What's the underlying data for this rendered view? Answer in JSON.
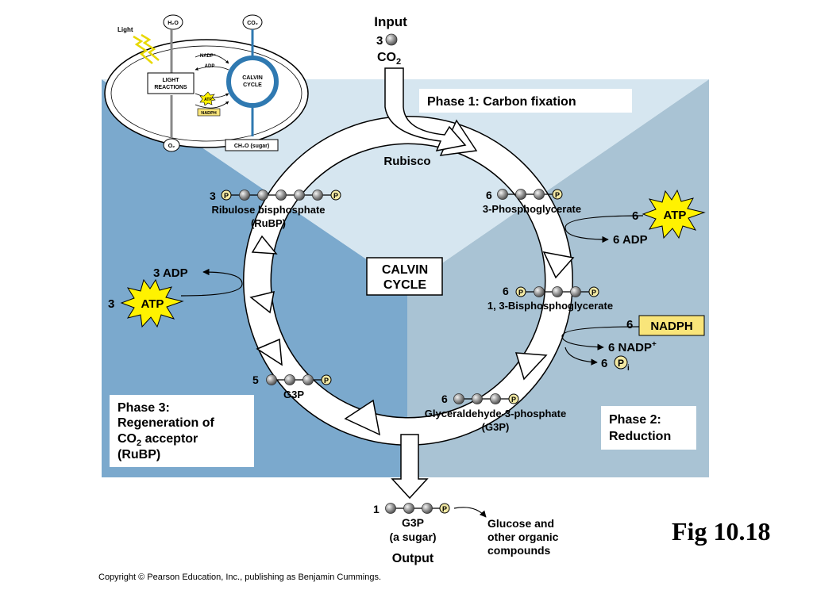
{
  "figure_label": "Fig 10.18",
  "copyright": "Copyright © Pearson Education, Inc., publishing as Benjamin Cummings.",
  "center_label": {
    "line1": "CALVIN",
    "line2": "CYCLE"
  },
  "input": {
    "title": "Input",
    "count": "3",
    "molecule": "CO",
    "sub": "2"
  },
  "enzyme": "Rubisco",
  "phases": {
    "phase1": "Phase 1: Carbon fixation",
    "phase2": {
      "line1": "Phase 2:",
      "line2": "Reduction"
    },
    "phase3": {
      "line1": "Phase 3:",
      "line2": "Regeneration of",
      "line3a": "CO",
      "line3sub": "2",
      "line3b": " acceptor",
      "line4": "(RuBP)"
    }
  },
  "molecules": {
    "pga": {
      "count": "6",
      "name": "3-Phosphoglycerate"
    },
    "bpg": {
      "count": "6",
      "name": "1, 3-Bisphosphoglycerate"
    },
    "g3p": {
      "count": "6",
      "name": "Glyceraldehyde-3-phosphate",
      "abbr": "(G3P)"
    },
    "g3p5": {
      "count": "5",
      "name": "G3P"
    },
    "rubp": {
      "count": "3",
      "name": "Ribulose bisphosphate",
      "abbr": "(RuBP)"
    }
  },
  "energy": {
    "atp_in_right": {
      "count": "6",
      "label": "ATP"
    },
    "adp_out_right": "6 ADP",
    "nadph_in": {
      "count": "6",
      "label": "NADPH"
    },
    "nadp_out": {
      "text": "6 NADP",
      "sup": "+"
    },
    "pi_out": {
      "count": "6",
      "p": "P",
      "sub": "i"
    },
    "adp_out_left": "3 ADP",
    "atp_in_left": {
      "count": "3",
      "label": "ATP"
    }
  },
  "output": {
    "count": "1",
    "name": "G3P",
    "note": "(a sugar)",
    "title": "Output",
    "fate": [
      "Glucose and",
      "other organic",
      "compounds"
    ]
  },
  "phosphate": "P",
  "inset": {
    "light": "Light",
    "h2o": "H₂O",
    "co2": "CO₂",
    "nadp": "NADP⁺",
    "adp": "ADP",
    "light_reactions": [
      "LIGHT",
      "REACTIONS"
    ],
    "calvin": [
      "CALVIN",
      "CYCLE"
    ],
    "atp": "ATP",
    "nadph": "NADPH",
    "o2": "O₂",
    "sugar": "CH₂O (sugar)"
  },
  "colors": {
    "phase1_bg": "#d6e6f0",
    "phase2_bg": "#a9c3d4",
    "phase3_bg": "#7ba9cd",
    "cycle_blue": "#2f79b1",
    "atp_star": "#fff200",
    "nadph_box": "#f9e57a",
    "phosphate": "#f2e9a4"
  }
}
